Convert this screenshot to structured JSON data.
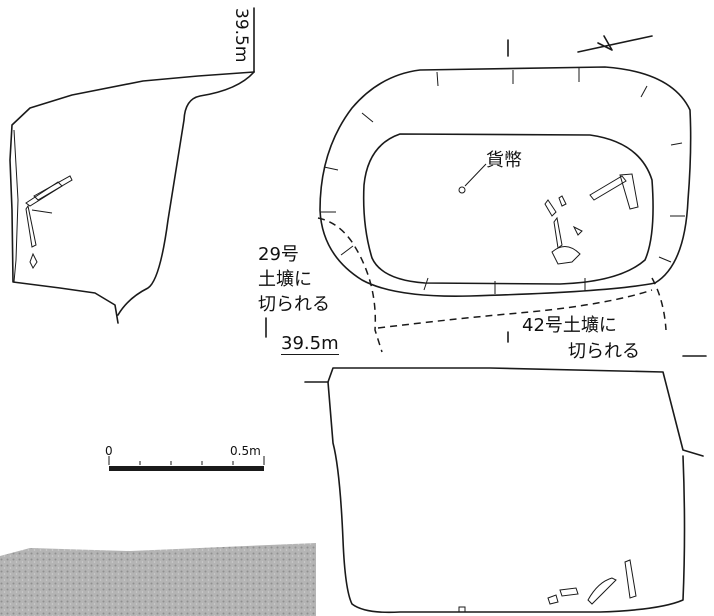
{
  "labels": {
    "elevation_vertical": "39.5m",
    "elevation_horizontal": "39.5m",
    "coin": "貨幣",
    "pit29_line1": "29号",
    "pit29_line2": "土壙に",
    "pit29_line3": "切られる",
    "pit42_line1": "42号土壙に",
    "pit42_line2": "切られる"
  },
  "scale_bar": {
    "start_label": "0",
    "end_label": "0.5m"
  },
  "colors": {
    "ink": "#1a1a1a",
    "background": "#ffffff",
    "photo": "#a9a9a9"
  }
}
